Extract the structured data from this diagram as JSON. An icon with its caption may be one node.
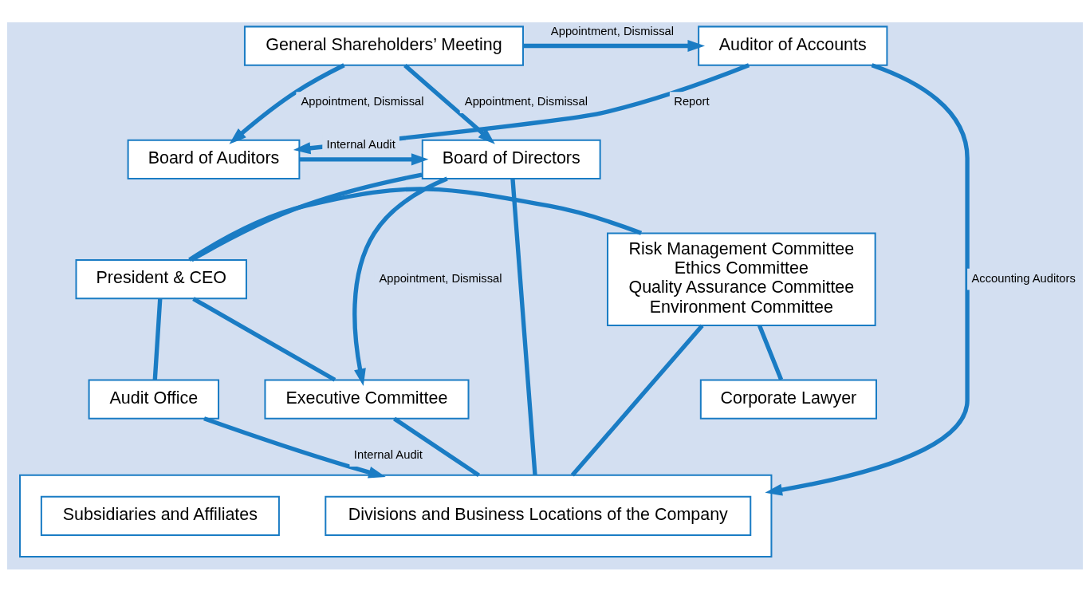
{
  "diagram": {
    "nodes": [
      {
        "text": [
          "Auditor of Accounts"
        ]
      },
      {
        "text": [
          "General Shareholders’ Meeting"
        ]
      },
      {
        "text": [
          "Corporate Lawyer"
        ]
      },
      {
        "text": [
          "Board of Auditors"
        ]
      },
      {
        "text": [
          "Board of Directors"
        ]
      },
      {
        "text": [
          "President & CEO"
        ]
      },
      {
        "text": [
          "Risk Management Committee",
          "Ethics Committee",
          "Quality Assurance Committee",
          "Environment Committee"
        ]
      },
      {
        "text": [
          "Audit Office"
        ]
      },
      {
        "text": [
          "Executive Committee"
        ]
      },
      {
        "text": [],
        "shape": "box"
      },
      {
        "text": [
          "Divisions and Business Locations of the Company"
        ],
        "in": 9
      },
      {
        "text": [
          "Subsidiaries and Affiliates"
        ],
        "in": 9
      }
    ],
    "edges": [
      {
        "from": 1,
        "to": 0,
        "arrow": "to",
        "label": "Appointment, Dismissal"
      },
      {
        "from": 1,
        "to": 3,
        "arrow": "to",
        "label": "Appointment, Dismissal"
      },
      {
        "from": 1,
        "to": 4,
        "arrow": "to",
        "label": "Appointment, Dismissal"
      },
      {
        "from": 0,
        "to": 3,
        "arrow": "to",
        "label": "Report"
      },
      {
        "from": 0,
        "to": 9,
        "arrow": "to",
        "label": "Accounting Auditors"
      },
      {
        "from": 3,
        "to": 4,
        "arrow": "to",
        "label": "Internal Audit"
      },
      {
        "from": 4,
        "to": 5,
        "arrow": "none"
      },
      {
        "from": 4,
        "to": 8,
        "arrow": "to",
        "label": "Appointment, Dismissal"
      },
      {
        "from": 4,
        "to": 9,
        "arrow": "none"
      },
      {
        "from": 5,
        "to": 6,
        "arrow": "none"
      },
      {
        "from": 6,
        "to": 2,
        "arrow": "none"
      },
      {
        "from": 5,
        "to": 7,
        "arrow": "none"
      },
      {
        "from": 5,
        "to": 8,
        "arrow": "none"
      },
      {
        "from": 7,
        "to": 9,
        "arrow": "to",
        "label": "Internal Audit"
      },
      {
        "from": 8,
        "to": 9,
        "arrow": "none"
      },
      {
        "from": 6,
        "to": 9,
        "arrow": "none"
      }
    ]
  }
}
